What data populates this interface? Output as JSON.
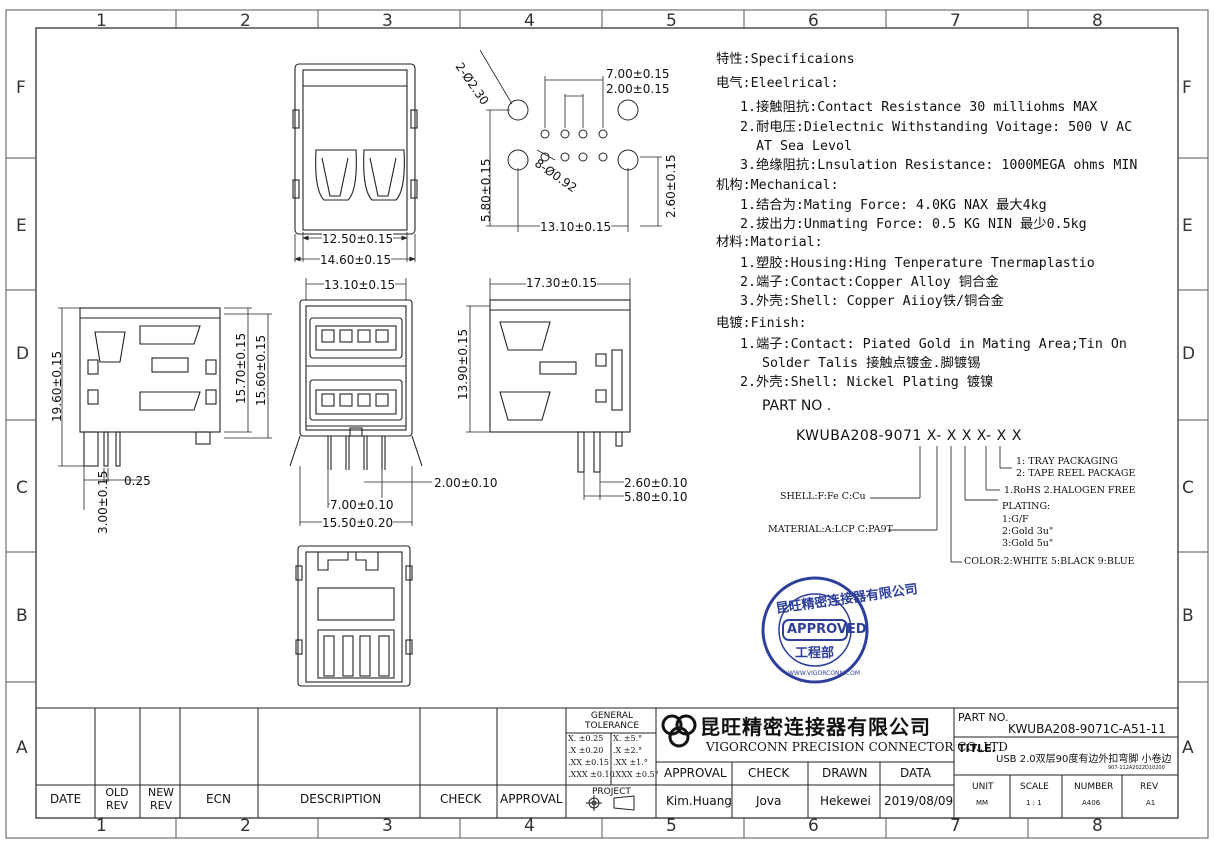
{
  "grid": {
    "columns": [
      "1",
      "2",
      "3",
      "4",
      "5",
      "6",
      "7",
      "8"
    ],
    "rows": [
      "F",
      "E",
      "D",
      "C",
      "B",
      "A"
    ]
  },
  "dims": {
    "top_pitch": "7.00±0.15",
    "top_pitch2": "2.00±0.15",
    "top_hole_big": "2-Ø2.30",
    "top_hole_small": "8-Ø0.92",
    "top_left_v": "5.80±0.15",
    "top_right_v": "2.60±0.15",
    "top_bottom": "13.10±0.15",
    "front_w1": "12.50±0.15",
    "front_w2": "14.60±0.15",
    "mid_top": "13.10±0.15",
    "mid_pitch": "7.00±0.10",
    "mid_width": "15.50±0.20",
    "mid_pin": "2.00±0.10",
    "side_h1": "19.60±0.15",
    "side_h2": "15.70±0.15",
    "side_h3": "15.60±0.15",
    "side_pin_h": "3.00±0.15",
    "side_pin_w": "0.25",
    "right_w": "17.30±0.15",
    "right_h": "13.90±0.15",
    "right_pin1": "2.60±0.10",
    "right_pin2": "5.80±0.10"
  },
  "specs": {
    "heading": "特性:Specificaions",
    "electrical": "电气:Eleelrical:",
    "e1": "1.接触阻抗:Contact Resistance 30 milliohms MAX",
    "e2a": "2.耐电压:Dielectnic Withstanding Voitage: 500 V AC",
    "e2b": "AT Sea Levol",
    "e3": "3.绝缘阻抗:Lnsulation Resistance: 1000MEGA ohms MIN",
    "mechanical": "机构:Mechanical:",
    "m1": "1.结合为:Mating Force: 4.0KG NAX 最大4kg",
    "m2": "2.拔出力:Unmating Force: 0.5 KG NIN 最少0.5kg",
    "material": "材料:Matorial:",
    "mt1": "1.塑胶:Housing:Hing Tenperature Tnermaplastio",
    "mt2": "2.端子:Contact:Copper Alloy 铜合金",
    "mt3": "3.外壳:Shell: Copper Aiioy铁/铜合金",
    "finish": "电镀:Finish:",
    "f1a": "1.端子:Contact: Piated Gold in Mating Area;Tin On",
    "f1b": "Solder Talis 接触点镀金.脚镀锡",
    "f2": "2.外壳:Shell: Nickel Plating 镀镍"
  },
  "partcode": {
    "label": "PART NO .",
    "code": "KWUBA208-9071 X- X X X- X X",
    "pack1": "1: TRAY PACKAGING",
    "pack2": "2: TAPE REEL PACKAGE",
    "rohs": "1.RoHS  2.HALOGEN FREE",
    "plating": "PLATING:",
    "plating1": "1:G/F",
    "plating2": "2:Gold 3u\"",
    "plating3": "3:Gold 5u\"",
    "shell": "SHELL:F:Fe C:Cu",
    "materialcode": "MATERIAL:A:LCP C:PA9T",
    "color": "COLOR:2:WHITE 5:BLACK 9:BLUE"
  },
  "stamp": {
    "ring": "昆旺精密连接器有限公司",
    "approved": "APPROVED",
    "dept": "工程部",
    "url": "WWW.VIGORCONN.COM"
  },
  "titleblock": {
    "rev_headers": [
      "DATE",
      "OLD REV",
      "NEW REV",
      "ECN",
      "DESCRIPTION",
      "CHECK",
      "APPROVAL"
    ],
    "tol_title": "GENERAL TOLERANCE",
    "tol_left": [
      "X.  ±0.25",
      ".X  ±0.20",
      ".XX ±0.15",
      ".XXX ±0.10"
    ],
    "tol_right": [
      "X.  ±5.°",
      ".X  ±2.°",
      ".XX ±1.°",
      ".XXX ±0.5°"
    ],
    "project": "PROJECT",
    "company_cn": "昆旺精密连接器有限公司",
    "company_en": "VIGORCONN PRECISION CONNECTOR CO.,LTD",
    "approval_h": "APPROVAL",
    "check_h": "CHECK",
    "drawn_h": "DRAWN",
    "data_h": "DATA",
    "approval_v": "Kim.Huang",
    "check_v": "Jova",
    "drawn_v": "Hekewei",
    "date_v": "2019/08/09",
    "partno_h": "PART NO.",
    "partno_v": "KWUBA208-9071C-A51-11",
    "title_h": "TITLE.",
    "title_v": "USB 2.0双层90度有边外扣弯脚 小卷边",
    "doc_no": "907-112A2022D10200",
    "unit_h": "UNIT",
    "scale_h": "SCALE",
    "number_h": "NUMBER",
    "rev_h": "REV",
    "unit_v": "MM",
    "scale_v": "1 : 1",
    "number_v": "A406",
    "rev_v": "A1"
  }
}
